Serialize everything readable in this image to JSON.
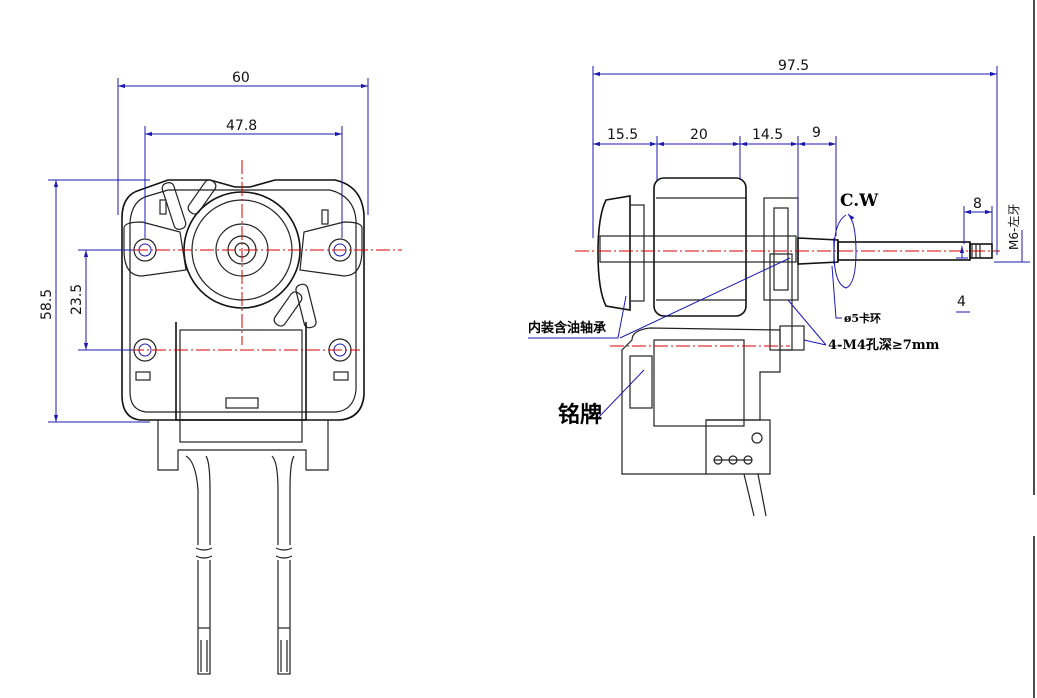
{
  "front_view": {
    "dim_width_overall": "60",
    "dim_hole_spacing_h": "47.8",
    "dim_height_overall": "58.5",
    "dim_hole_spacing_v": "23.5"
  },
  "side_view": {
    "dim_length_overall": "97.5",
    "dim_seg_1": "15.5",
    "dim_seg_2": "20",
    "dim_seg_3": "14.5",
    "dim_seg_4": "9",
    "dim_shaft_end": "8",
    "dim_shaft_dia": "4",
    "thread_label": "M6-左牙",
    "rotation_label": "C.W",
    "label_bearing": "内装含油轴承",
    "label_clip": "ø5卡环",
    "label_holes": "4-M4孔深≥7mm",
    "label_nameplate": "铭牌"
  },
  "colors": {
    "dimension_line": "#1a1ab0",
    "center_line": "#d40000",
    "outline": "#111111"
  }
}
